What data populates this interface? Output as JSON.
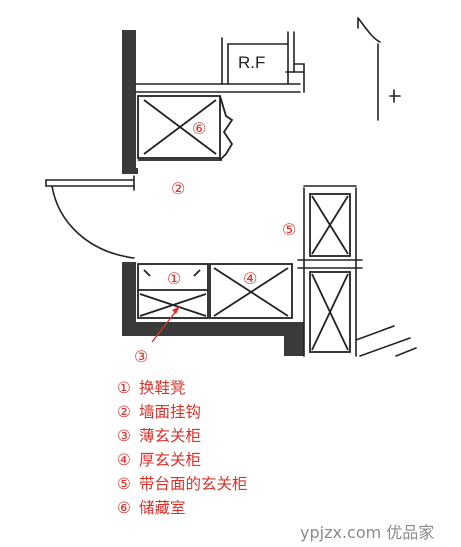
{
  "plan": {
    "rf_label": "R.F",
    "markers": [
      {
        "id": "m6",
        "label": "⑥"
      },
      {
        "id": "m2",
        "label": "②"
      },
      {
        "id": "m5",
        "label": "⑤"
      },
      {
        "id": "m1",
        "label": "①"
      },
      {
        "id": "m4",
        "label": "④"
      },
      {
        "id": "m3",
        "label": "③"
      }
    ]
  },
  "legend": [
    {
      "num": "①",
      "text": "换鞋凳"
    },
    {
      "num": "②",
      "text": "墙面挂钩"
    },
    {
      "num": "③",
      "text": "薄玄关柜"
    },
    {
      "num": "④",
      "text": "厚玄关柜"
    },
    {
      "num": "⑤",
      "text": "带台面的玄关柜"
    },
    {
      "num": "⑥",
      "text": "储藏室"
    }
  ],
  "watermark": "ypjzx.com 优品家",
  "colors": {
    "wall": "#3a3a3a",
    "line": "#222222",
    "label_red": "#d8332c"
  }
}
